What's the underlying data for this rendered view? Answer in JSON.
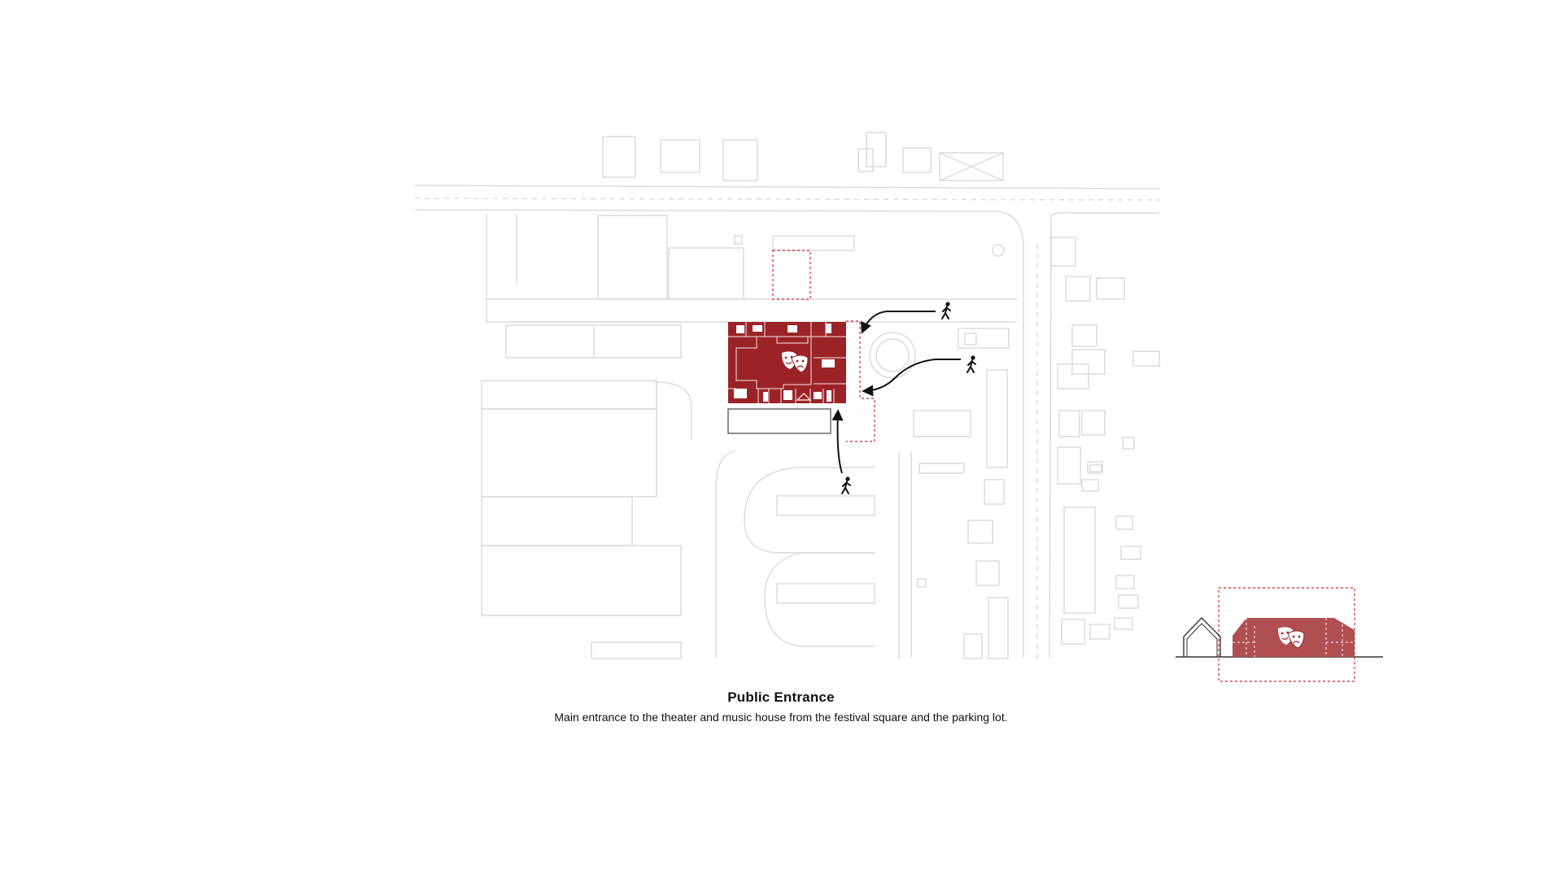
{
  "caption": {
    "title": "Public Entrance",
    "description": "Main entrance to the theater and music house from the festival square and the parking lot."
  },
  "colors": {
    "background": "#ffffff",
    "context_lines": "#d9d9d9",
    "building_fill": "#9b2226",
    "section_fill": "#b04f52",
    "dashed_outline": "#d8454f",
    "arrow": "#111111"
  },
  "icons": {
    "pedestrian": "walking-person-icon",
    "theater": "theater-masks-icon",
    "program": [
      "ticket-office-icon",
      "audience-icon",
      "sewing-machine-icon",
      "dancer-icon",
      "bar-icon",
      "info-desk-icon",
      "door-icon",
      "restrooms-icon",
      "coat-hanger-icon",
      "cafe-icon",
      "exit-door-icon"
    ]
  },
  "arrows": [
    {
      "from": "north-east path",
      "to": "festival square entrance"
    },
    {
      "from": "east path",
      "to": "festival square entrance"
    },
    {
      "from": "parking lot",
      "to": "south entrance"
    }
  ]
}
